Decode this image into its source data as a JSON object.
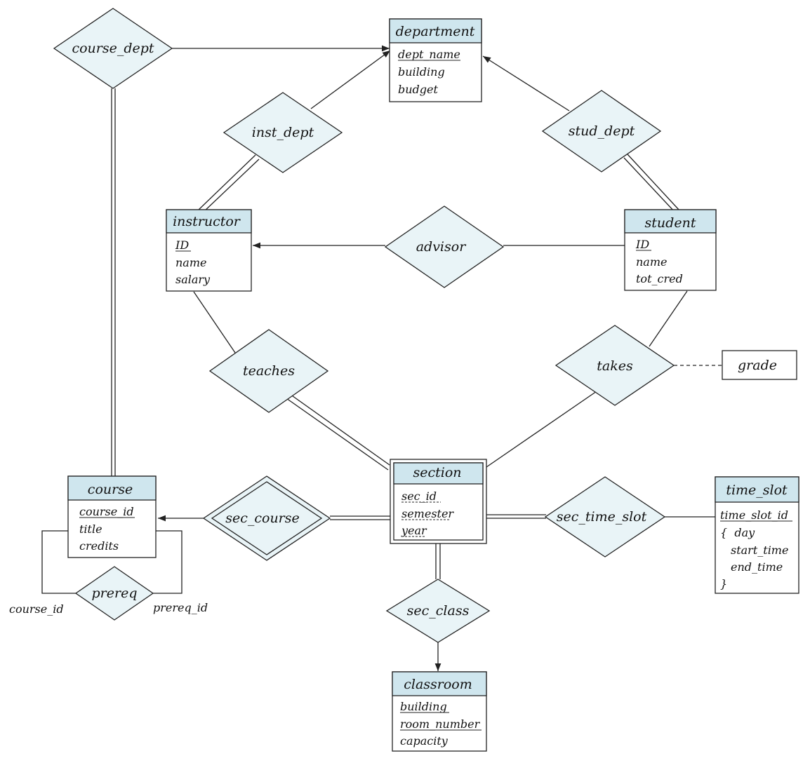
{
  "colors": {
    "entity_header_fill": "#cfe6ee",
    "relationship_fill": "#e9f4f7",
    "stroke": "#222222"
  },
  "entities": {
    "department": {
      "name": "department",
      "attributes": [
        "dept_name",
        "building",
        "budget"
      ],
      "primary_key": [
        "dept_name"
      ]
    },
    "instructor": {
      "name": "instructor",
      "attributes": [
        "ID",
        "name",
        "salary"
      ],
      "primary_key": [
        "ID"
      ]
    },
    "student": {
      "name": "student",
      "attributes": [
        "ID",
        "name",
        "tot_cred"
      ],
      "primary_key": [
        "ID"
      ]
    },
    "course": {
      "name": "course",
      "attributes": [
        "course_id",
        "title",
        "credits"
      ],
      "primary_key": [
        "course_id"
      ]
    },
    "section": {
      "name": "section",
      "attributes": [
        "sec_id",
        "semester",
        "year"
      ],
      "discriminator": [
        "sec_id",
        "semester",
        "year"
      ],
      "weak": true
    },
    "time_slot": {
      "name": "time_slot",
      "attributes": [
        "time_slot_id",
        "{  day",
        "start_time",
        "end_time",
        "}"
      ],
      "primary_key": [
        "time_slot_id"
      ]
    },
    "classroom": {
      "name": "classroom",
      "attributes": [
        "building",
        "room_number",
        "capacity"
      ],
      "primary_key": [
        "building",
        "room_number"
      ]
    }
  },
  "relationships": {
    "course_dept": "course_dept",
    "inst_dept": "inst_dept",
    "stud_dept": "stud_dept",
    "advisor": "advisor",
    "teaches": "teaches",
    "takes": "takes",
    "sec_course": "sec_course",
    "sec_time_slot": "sec_time_slot",
    "sec_class": "sec_class",
    "prereq": "prereq"
  },
  "relationship_attributes": {
    "grade": "grade"
  },
  "roles": {
    "course_id": "course_id",
    "prereq_id": "prereq_id"
  }
}
